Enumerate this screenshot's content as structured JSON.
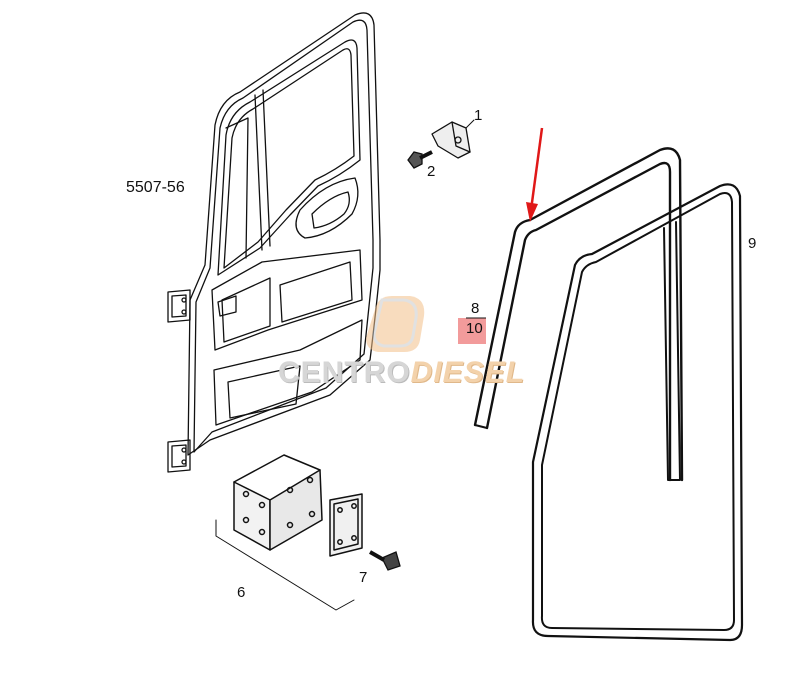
{
  "labels": {
    "door_code": "5507-56",
    "p1": "1",
    "p2": "2",
    "p6": "6",
    "p7": "7",
    "p8": "8",
    "p9": "9",
    "p10": "10"
  },
  "watermark": {
    "part_a": "CENTRO",
    "part_b": "DIESEL"
  },
  "colors": {
    "arrow": "#e01818",
    "highlight": "#f08a8a",
    "line": "#111111",
    "watermark_grey": "#d6d6d6",
    "watermark_orange": "#f3d2ab"
  }
}
